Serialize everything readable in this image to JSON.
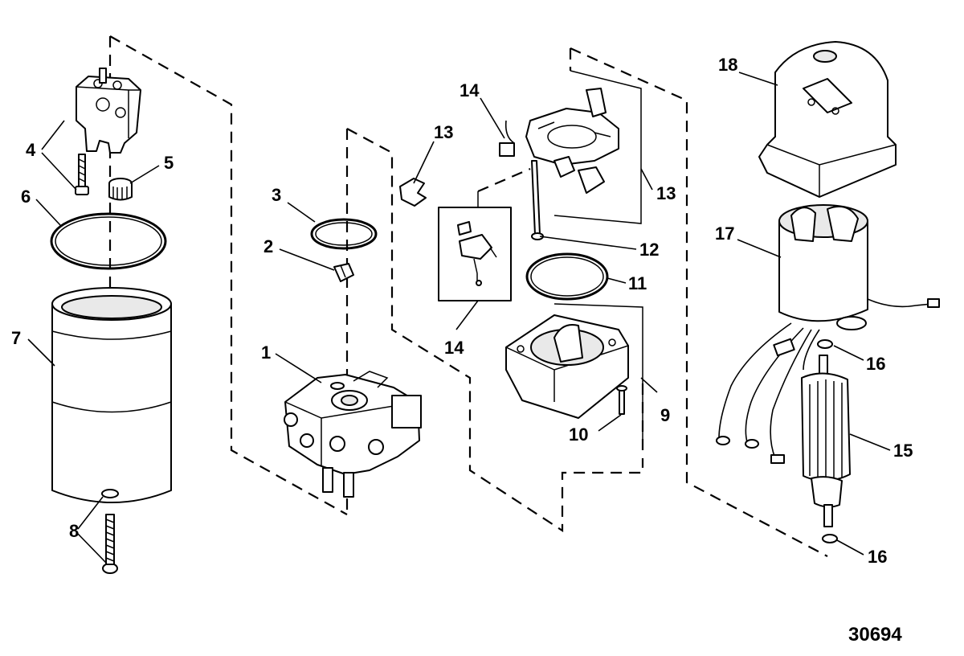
{
  "diagram": {
    "drawing_number": "30694",
    "callouts": [
      {
        "id": "c1",
        "label": "1"
      },
      {
        "id": "c2",
        "label": "2"
      },
      {
        "id": "c3",
        "label": "3"
      },
      {
        "id": "c4",
        "label": "4"
      },
      {
        "id": "c5",
        "label": "5"
      },
      {
        "id": "c6",
        "label": "6"
      },
      {
        "id": "c7",
        "label": "7"
      },
      {
        "id": "c8",
        "label": "8"
      },
      {
        "id": "c9",
        "label": "9"
      },
      {
        "id": "c10",
        "label": "10"
      },
      {
        "id": "c11",
        "label": "11"
      },
      {
        "id": "c12",
        "label": "12"
      },
      {
        "id": "c13a",
        "label": "13"
      },
      {
        "id": "c13b",
        "label": "13"
      },
      {
        "id": "c14a",
        "label": "14"
      },
      {
        "id": "c14b",
        "label": "14"
      },
      {
        "id": "c15",
        "label": "15"
      },
      {
        "id": "c16a",
        "label": "16"
      },
      {
        "id": "c16b",
        "label": "16"
      },
      {
        "id": "c17",
        "label": "17"
      },
      {
        "id": "c18",
        "label": "18"
      }
    ]
  }
}
